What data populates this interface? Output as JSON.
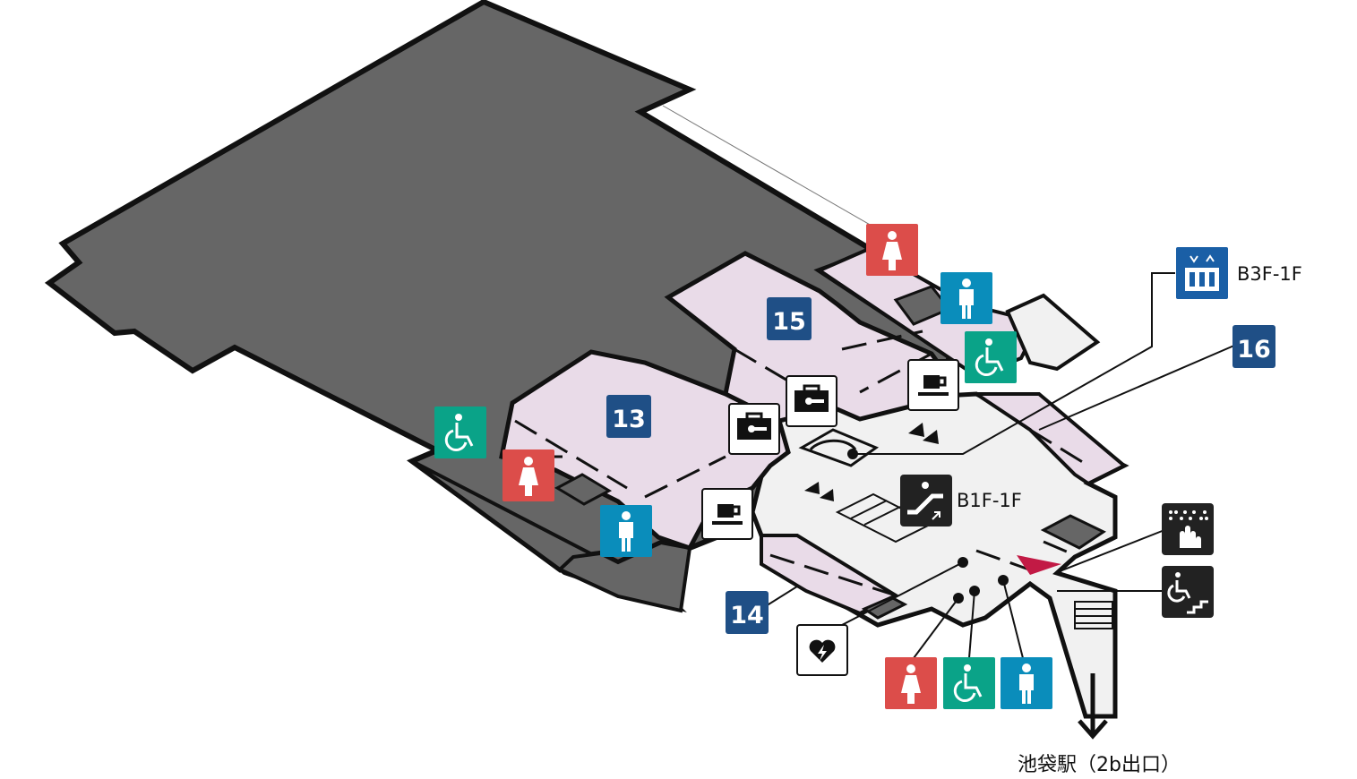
{
  "colors": {
    "building": "#666666",
    "outline": "#111111",
    "room": "#e9dbe8",
    "corridor": "#f1f1f1",
    "women": "#dc4d4a",
    "men": "#0a8dbb",
    "accessible": "#0aa388",
    "room_number": "#1f4f86",
    "elevator": "#1a5fa6",
    "direction_arrow": "#c21a45",
    "dark_icon": "#222222"
  },
  "room_numbers": {
    "r15": "15",
    "r13": "13",
    "r16": "16",
    "r14": "14"
  },
  "labels": {
    "elevator_floors": "B3F-1F",
    "escalator_floors": "B1F-1F",
    "exit_destination": "池袋駅（2b出口）"
  },
  "icons": [
    "women-restroom-icon",
    "men-restroom-icon",
    "accessible-restroom-icon",
    "coin-locker-icon",
    "cafe-icon",
    "aed-icon",
    "elevator-icon",
    "escalator-icon",
    "tactile-map-icon",
    "wheelchair-stairlift-icon"
  ]
}
